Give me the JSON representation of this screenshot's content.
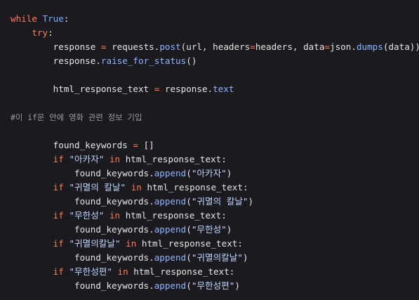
{
  "code": {
    "lines": [
      [
        {
          "t": "kw",
          "v": "while"
        },
        {
          "t": "id",
          "v": " "
        },
        {
          "t": "bool",
          "v": "True"
        },
        {
          "t": "id",
          "v": ":"
        }
      ],
      [
        {
          "t": "id",
          "v": "    "
        },
        {
          "t": "kw",
          "v": "try"
        },
        {
          "t": "id",
          "v": ":"
        }
      ],
      [
        {
          "t": "id",
          "v": "        response "
        },
        {
          "t": "op",
          "v": "="
        },
        {
          "t": "id",
          "v": " requests."
        },
        {
          "t": "fn",
          "v": "post"
        },
        {
          "t": "id",
          "v": "(url, headers"
        },
        {
          "t": "op",
          "v": "="
        },
        {
          "t": "id",
          "v": "headers, data"
        },
        {
          "t": "op",
          "v": "="
        },
        {
          "t": "id",
          "v": "json."
        },
        {
          "t": "fn",
          "v": "dumps"
        },
        {
          "t": "id",
          "v": "(data))"
        }
      ],
      [
        {
          "t": "id",
          "v": "        response."
        },
        {
          "t": "fn",
          "v": "raise_for_status"
        },
        {
          "t": "id",
          "v": "()"
        }
      ],
      [],
      [
        {
          "t": "id",
          "v": "        html_response_text "
        },
        {
          "t": "op",
          "v": "="
        },
        {
          "t": "id",
          "v": " response."
        },
        {
          "t": "fn",
          "v": "text"
        }
      ],
      [],
      [
        {
          "t": "cm",
          "v": "#이 if문 안에 영화 관련 정보 기입"
        }
      ],
      [],
      [
        {
          "t": "id",
          "v": "        found_keywords "
        },
        {
          "t": "op",
          "v": "="
        },
        {
          "t": "id",
          "v": " []"
        }
      ],
      [
        {
          "t": "id",
          "v": "        "
        },
        {
          "t": "kw",
          "v": "if"
        },
        {
          "t": "id",
          "v": " "
        },
        {
          "t": "str",
          "v": "\"아카자\""
        },
        {
          "t": "id",
          "v": " "
        },
        {
          "t": "kw",
          "v": "in"
        },
        {
          "t": "id",
          "v": " html_response_text:"
        }
      ],
      [
        {
          "t": "id",
          "v": "            found_keywords."
        },
        {
          "t": "fn",
          "v": "append"
        },
        {
          "t": "id",
          "v": "("
        },
        {
          "t": "str",
          "v": "\"아카자\""
        },
        {
          "t": "id",
          "v": ")"
        }
      ],
      [
        {
          "t": "id",
          "v": "        "
        },
        {
          "t": "kw",
          "v": "if"
        },
        {
          "t": "id",
          "v": " "
        },
        {
          "t": "str",
          "v": "\"귀멸의 칼날\""
        },
        {
          "t": "id",
          "v": " "
        },
        {
          "t": "kw",
          "v": "in"
        },
        {
          "t": "id",
          "v": " html_response_text:"
        }
      ],
      [
        {
          "t": "id",
          "v": "            found_keywords."
        },
        {
          "t": "fn",
          "v": "append"
        },
        {
          "t": "id",
          "v": "("
        },
        {
          "t": "str",
          "v": "\"귀멸의 칼날\""
        },
        {
          "t": "id",
          "v": ")"
        }
      ],
      [
        {
          "t": "id",
          "v": "        "
        },
        {
          "t": "kw",
          "v": "if"
        },
        {
          "t": "id",
          "v": " "
        },
        {
          "t": "str",
          "v": "\"무한성\""
        },
        {
          "t": "id",
          "v": " "
        },
        {
          "t": "kw",
          "v": "in"
        },
        {
          "t": "id",
          "v": " html_response_text:"
        }
      ],
      [
        {
          "t": "id",
          "v": "            found_keywords."
        },
        {
          "t": "fn",
          "v": "append"
        },
        {
          "t": "id",
          "v": "("
        },
        {
          "t": "str",
          "v": "\"무한성\""
        },
        {
          "t": "id",
          "v": ")"
        }
      ],
      [
        {
          "t": "id",
          "v": "        "
        },
        {
          "t": "kw",
          "v": "if"
        },
        {
          "t": "id",
          "v": " "
        },
        {
          "t": "str",
          "v": "\"귀멸의칼날\""
        },
        {
          "t": "id",
          "v": " "
        },
        {
          "t": "kw",
          "v": "in"
        },
        {
          "t": "id",
          "v": " html_response_text:"
        }
      ],
      [
        {
          "t": "id",
          "v": "            found_keywords."
        },
        {
          "t": "fn",
          "v": "append"
        },
        {
          "t": "id",
          "v": "("
        },
        {
          "t": "str",
          "v": "\"귀멸의칼날\""
        },
        {
          "t": "id",
          "v": ")"
        }
      ],
      [
        {
          "t": "id",
          "v": "        "
        },
        {
          "t": "kw",
          "v": "if"
        },
        {
          "t": "id",
          "v": " "
        },
        {
          "t": "str",
          "v": "\"무한성편\""
        },
        {
          "t": "id",
          "v": " "
        },
        {
          "t": "kw",
          "v": "in"
        },
        {
          "t": "id",
          "v": " html_response_text:"
        }
      ],
      [
        {
          "t": "id",
          "v": "            found_keywords."
        },
        {
          "t": "fn",
          "v": "append"
        },
        {
          "t": "id",
          "v": "("
        },
        {
          "t": "str",
          "v": "\"무한성편\""
        },
        {
          "t": "id",
          "v": ")"
        }
      ]
    ]
  }
}
